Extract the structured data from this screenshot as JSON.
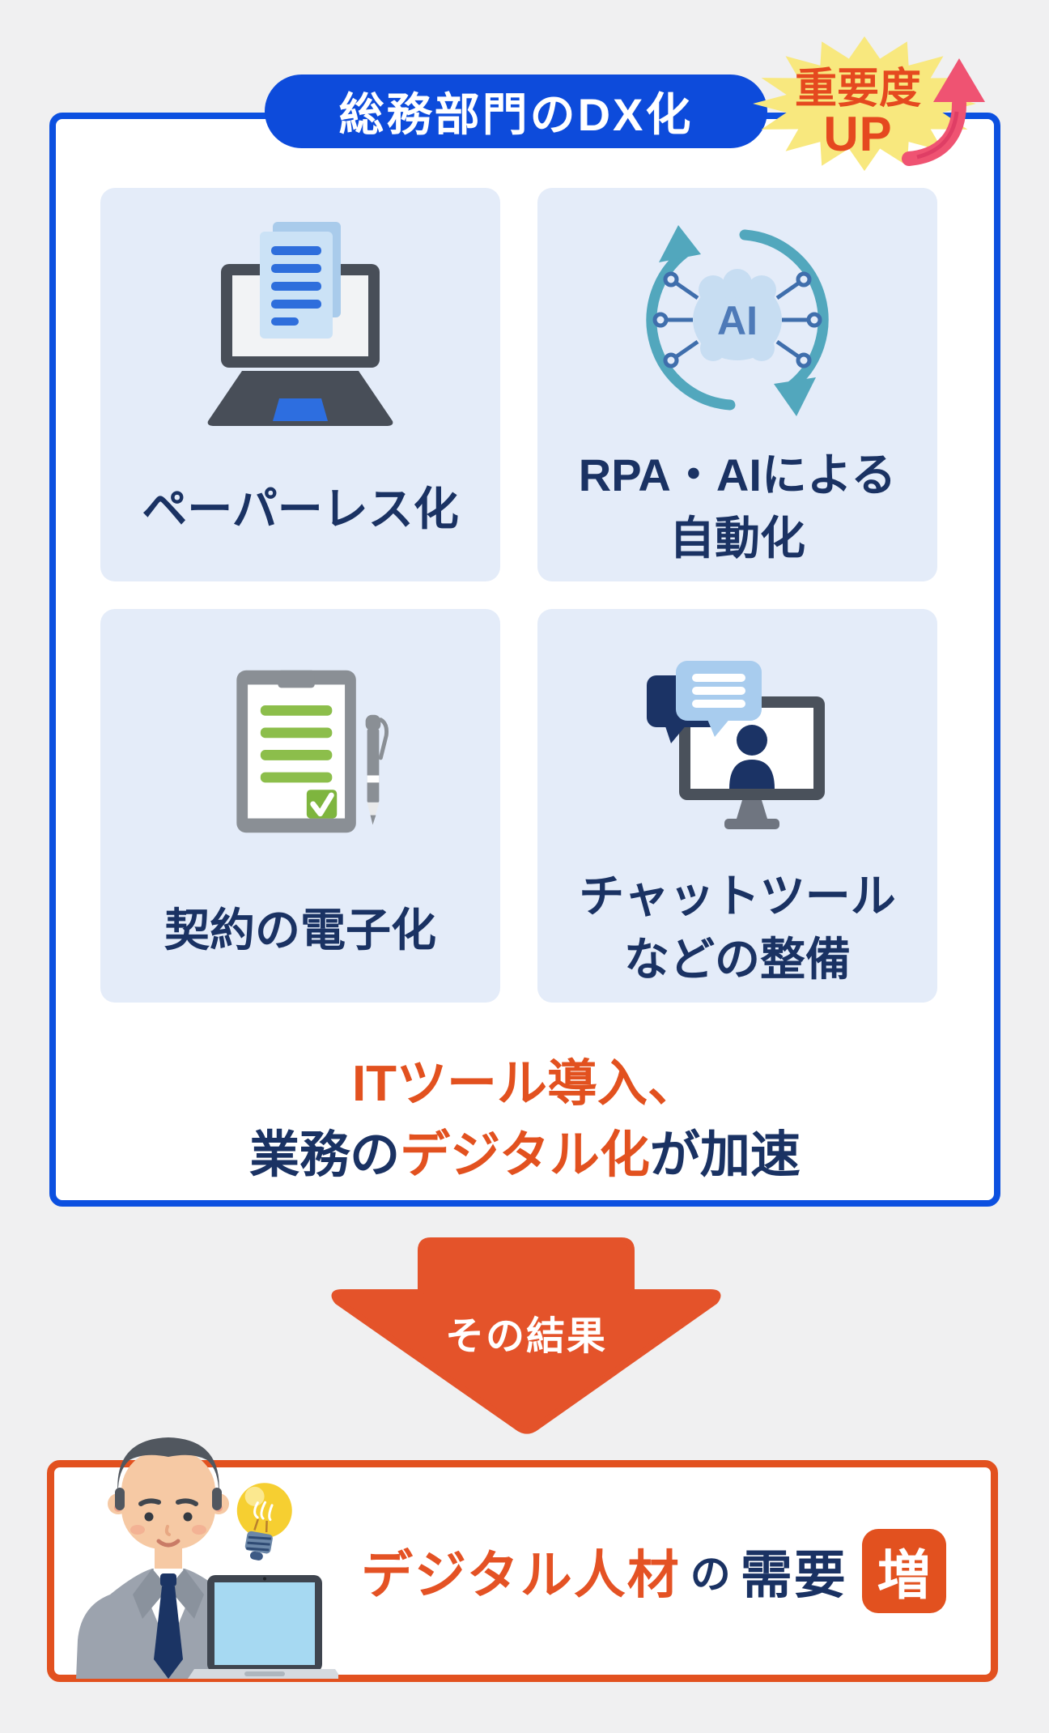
{
  "colors": {
    "page_bg": "#F0F0F1",
    "brand_blue": "#0C50E0",
    "tile_bg": "#E4ECF9",
    "navy_text": "#1A3263",
    "accent_orange": "#E2511F",
    "star_yellow": "#F8E87E",
    "badge_text_orange": "#E5491F",
    "pink_arrow": "#EF5372",
    "teal_cycle": "#52A7BD",
    "green_lines": "#8CBE4B"
  },
  "header": {
    "title": "総務部門のDX化",
    "importance_badge": {
      "line1": "重要度",
      "line2": "UP"
    }
  },
  "dx_section": {
    "tiles": [
      {
        "id": "paperless",
        "icon": "laptop-documents-icon",
        "line1": "ペーパーレス化",
        "line2": ""
      },
      {
        "id": "rpa-ai",
        "icon": "ai-automation-icon",
        "line1": "RPA・AIによる",
        "line2": "自動化",
        "icon_text": "AI"
      },
      {
        "id": "e-contract",
        "icon": "contract-check-icon",
        "line1": "契約の電子化",
        "line2": ""
      },
      {
        "id": "chat-tools",
        "icon": "chat-monitor-icon",
        "line1": "チャットツール",
        "line2": "などの整備"
      }
    ],
    "summary": {
      "line1": "ITツール導入、",
      "line2_navy1": "業務の",
      "line2_orange": "デジタル化",
      "line2_navy2": "が加速"
    }
  },
  "result_arrow": {
    "label": "その結果"
  },
  "conclusion": {
    "highlight": "デジタル人材",
    "particle": "の",
    "noun": "需要",
    "badge": "増"
  }
}
